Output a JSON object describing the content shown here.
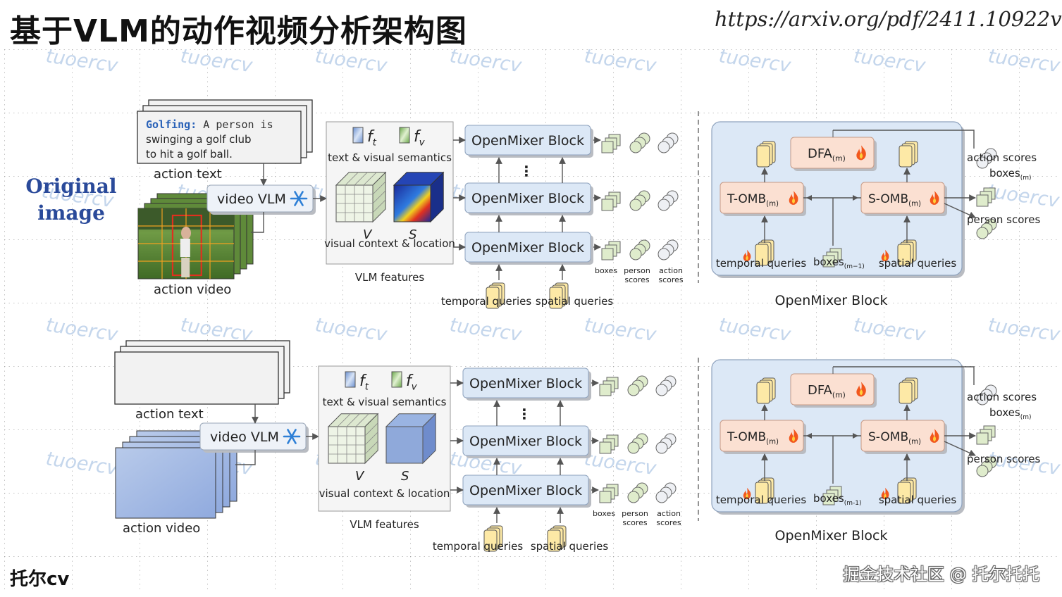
{
  "title": "基于VLM的动作视频分析架构图",
  "url": "https://arxiv.org/pdf/2411.10922v1",
  "watermark": "tuoercv",
  "footer_logo": "托尔cv",
  "footer_credit": "掘金技术社区 @ 托尔托托",
  "original_label": [
    "Original",
    "image"
  ],
  "colors": {
    "block_fill": "#dce8f6",
    "panel_fill": "#dce8f6",
    "omb_fill": "#fbe0d2",
    "query_fill": "#fde9a6",
    "box_fill": "#dfeccc",
    "arrow": "#555555",
    "watermark": "#c4d6ec"
  },
  "icons": [
    "snowflake-icon",
    "flame-icon",
    "golf-player-image",
    "heatmap-cube-icon",
    "grid-cube-icon"
  ],
  "diagrams": [
    {
      "action_text_caption": "action text",
      "action_text_content": {
        "keyword": "Golfing:",
        "lines": [
          "A person is",
          "swinging a golf club",
          "to hit a golf ball."
        ]
      },
      "action_video_caption": "action video",
      "vlm_label": "video VLM",
      "features": {
        "ft_label": "f",
        "ft_sub": "t",
        "fv_label": "f",
        "fv_sub": "v",
        "semantics_caption": "text & visual semantics",
        "v_label": "V",
        "s_label": "S",
        "context_caption": "visual context & location",
        "panel_caption": "VLM features"
      },
      "blocks": [
        "OpenMixer Block",
        "OpenMixer Block",
        "OpenMixer Block"
      ],
      "ellipsis": "⋮",
      "query_captions": [
        "temporal queries",
        "spatial queries"
      ],
      "score_captions": [
        "boxes",
        "person scores",
        "action scores"
      ],
      "detail": {
        "dfa_label": "DFA",
        "dfa_sub": "(m)",
        "tomb_label": "T-OMB",
        "tomb_sub": "(m)",
        "somb_label": "S-OMB",
        "somb_sub": "(m)",
        "temporal_caption": "temporal queries",
        "boxes_in_label": "boxes",
        "boxes_in_sub": "(m−1)",
        "spatial_caption": "spatial queries",
        "out_action": "action scores",
        "out_boxes": "boxes",
        "out_boxes_sub": "(m)",
        "out_person": "person scores",
        "panel_caption": "OpenMixer Block"
      }
    },
    {
      "action_text_caption": "action text",
      "action_text_content": null,
      "action_video_caption": "action video",
      "vlm_label": "video VLM",
      "features": {
        "ft_label": "f",
        "ft_sub": "t",
        "fv_label": "f",
        "fv_sub": "v",
        "semantics_caption": "text & visual semantics",
        "v_label": "V",
        "s_label": "S",
        "context_caption": "visual context & location",
        "panel_caption": "VLM features"
      },
      "blocks": [
        "OpenMixer Block",
        "OpenMixer Block",
        "OpenMixer Block"
      ],
      "ellipsis": "⋮",
      "query_captions": [
        "temporal queries",
        "spatial queries"
      ],
      "score_captions": [
        "boxes",
        "person scores",
        "action scores"
      ],
      "detail": {
        "dfa_label": "DFA",
        "dfa_sub": "(m)",
        "tomb_label": "T-OMB",
        "tomb_sub": "(m)",
        "somb_label": "S-OMB",
        "somb_sub": "(m)",
        "temporal_caption": "temporal queries",
        "boxes_in_label": "boxes",
        "boxes_in_sub": "(m-1)",
        "spatial_caption": "spatial queries",
        "out_action": "action scores",
        "out_boxes": "boxes",
        "out_boxes_sub": "(m)",
        "out_person": "person scores",
        "panel_caption": "OpenMixer Block"
      }
    }
  ]
}
